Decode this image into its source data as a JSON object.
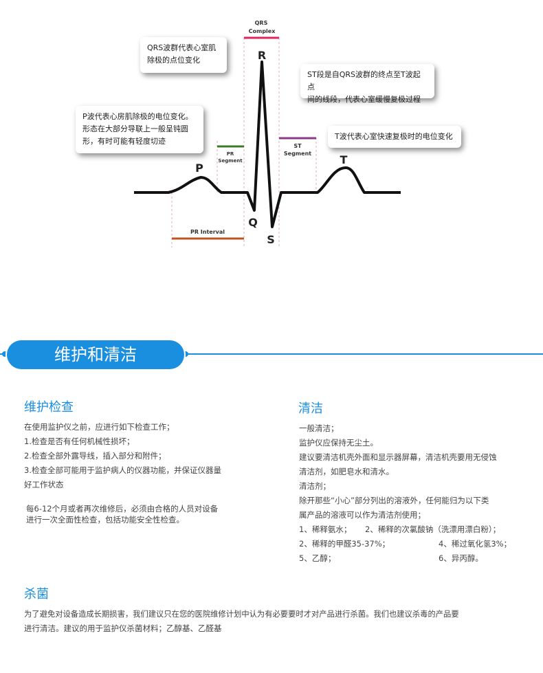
{
  "diagram": {
    "qrs_header": [
      "QRS",
      "Complex"
    ],
    "wave_labels": {
      "P": "P",
      "Q": "Q",
      "R": "R",
      "S": "S",
      "T": "T"
    },
    "pr_segment": [
      "PR",
      "Segment"
    ],
    "st_segment": [
      "ST",
      "Segment"
    ],
    "pr_interval": "PR Interval",
    "colors": {
      "qrs": "#e0245e",
      "pr_segment": "#3b7a2a",
      "st_segment": "#8b3a8b",
      "pr_interval": "#c0551f"
    },
    "notes": {
      "qrs": [
        "QRS波群代表心室肌",
        "除极的点位变化"
      ],
      "st": [
        "ST段是自QRS波群的终点至T波起点",
        "间的线段，代表心室缓慢复极过程"
      ],
      "p": [
        "P波代表心房肌除极的电位变化。",
        "形态在大部分导联上一般呈钝圆",
        "形，有时可能有轻度切迹"
      ],
      "t": [
        "T波代表心室快速复极时的电位变化"
      ]
    }
  },
  "section": {
    "title": "维护和清洁"
  },
  "maintenance": {
    "title": "维护检查",
    "lines": [
      "在使用监护仪之前，应进行如下检查工作；",
      "1.检查是否有任何机械性损坏；",
      "2.检查全部外露导线，插入部分和附件；",
      "3.检查全部可能用于监护病人的仪器功能，并保证仪器量",
      "好工作状态"
    ],
    "extra": [
      "每6-12个月或者再次维修后，必须由合格的人员对设备",
      "进行一次全面性检查，包括功能安全性检查。"
    ]
  },
  "cleaning": {
    "title": "清洁",
    "lines": [
      "一般清洁；",
      "监护仪应保持无尘土。",
      "建议要清洁机壳外面和显示器屏幕，清洁机壳要用无侵蚀",
      "清洁剂，如肥皂水和清水。",
      "清洁剂；",
      "除开那些“小心”部分列出的溶液外，任何能归为以下类",
      "属产品的溶液可以作为清洁剂使用；"
    ],
    "items": [
      [
        "1、稀释氨水；",
        "2、稀释的次氯酸钠（洗漂用漂白粉）；"
      ],
      [
        "2、稀释的甲醛35-37%；",
        "4、稀过氧化氢3%；"
      ],
      [
        "5、乙醇；",
        "6、异丙醇。"
      ]
    ]
  },
  "sterilization": {
    "title": "杀菌",
    "lines": [
      "为了避免对设备造成长期损害，我们建议只在您的医院维修计划中认为有必要要时才对产品进行杀菌。我们也建议杀毒的产品要",
      "进行清洁。建议的用于监护仪杀菌材料；乙醇基、乙醛基"
    ]
  }
}
